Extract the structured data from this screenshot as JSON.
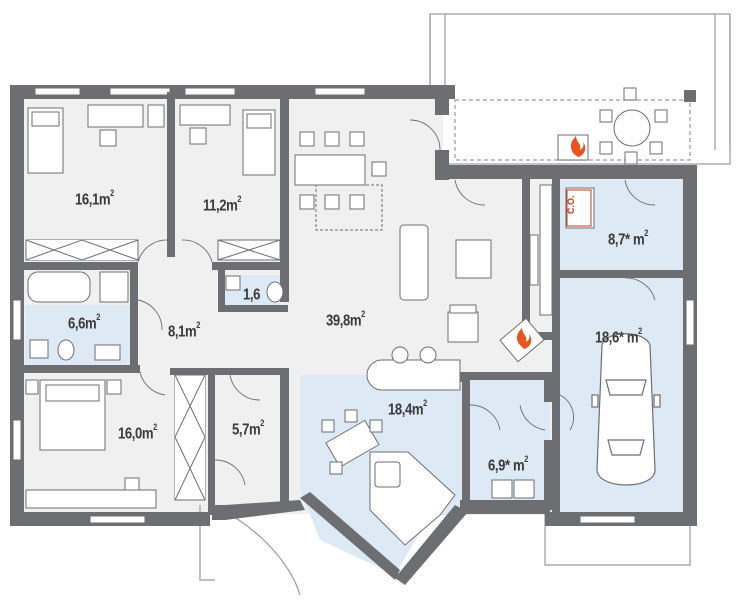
{
  "rooms": {
    "bedroom1": {
      "value": "16,1m",
      "sup": "2"
    },
    "bedroom2": {
      "value": "11,2m",
      "sup": "2"
    },
    "wc": {
      "value": "1,6",
      "sup": ""
    },
    "bathroom": {
      "value": "6,6m",
      "sup": "2"
    },
    "hall": {
      "value": "8,1m",
      "sup": "2"
    },
    "living": {
      "value": "39,8m",
      "sup": "2"
    },
    "boiler": {
      "value": "8,7* m",
      "sup": "2"
    },
    "garage": {
      "value": "18,6* m",
      "sup": "2"
    },
    "bedroom3": {
      "value": "16,0m",
      "sup": "2"
    },
    "dressing": {
      "value": "5,7m",
      "sup": "2"
    },
    "kitchen": {
      "value": "18,4m",
      "sup": "2"
    },
    "utility": {
      "value": "6,9* m",
      "sup": "2"
    }
  },
  "boiler_tag": "C.O.",
  "colors": {
    "wall": "#6d6e71",
    "floor": "#f0f0f0",
    "tile": "#dde9f4",
    "furniture": "#ffffff",
    "fire": "#e8531e"
  }
}
